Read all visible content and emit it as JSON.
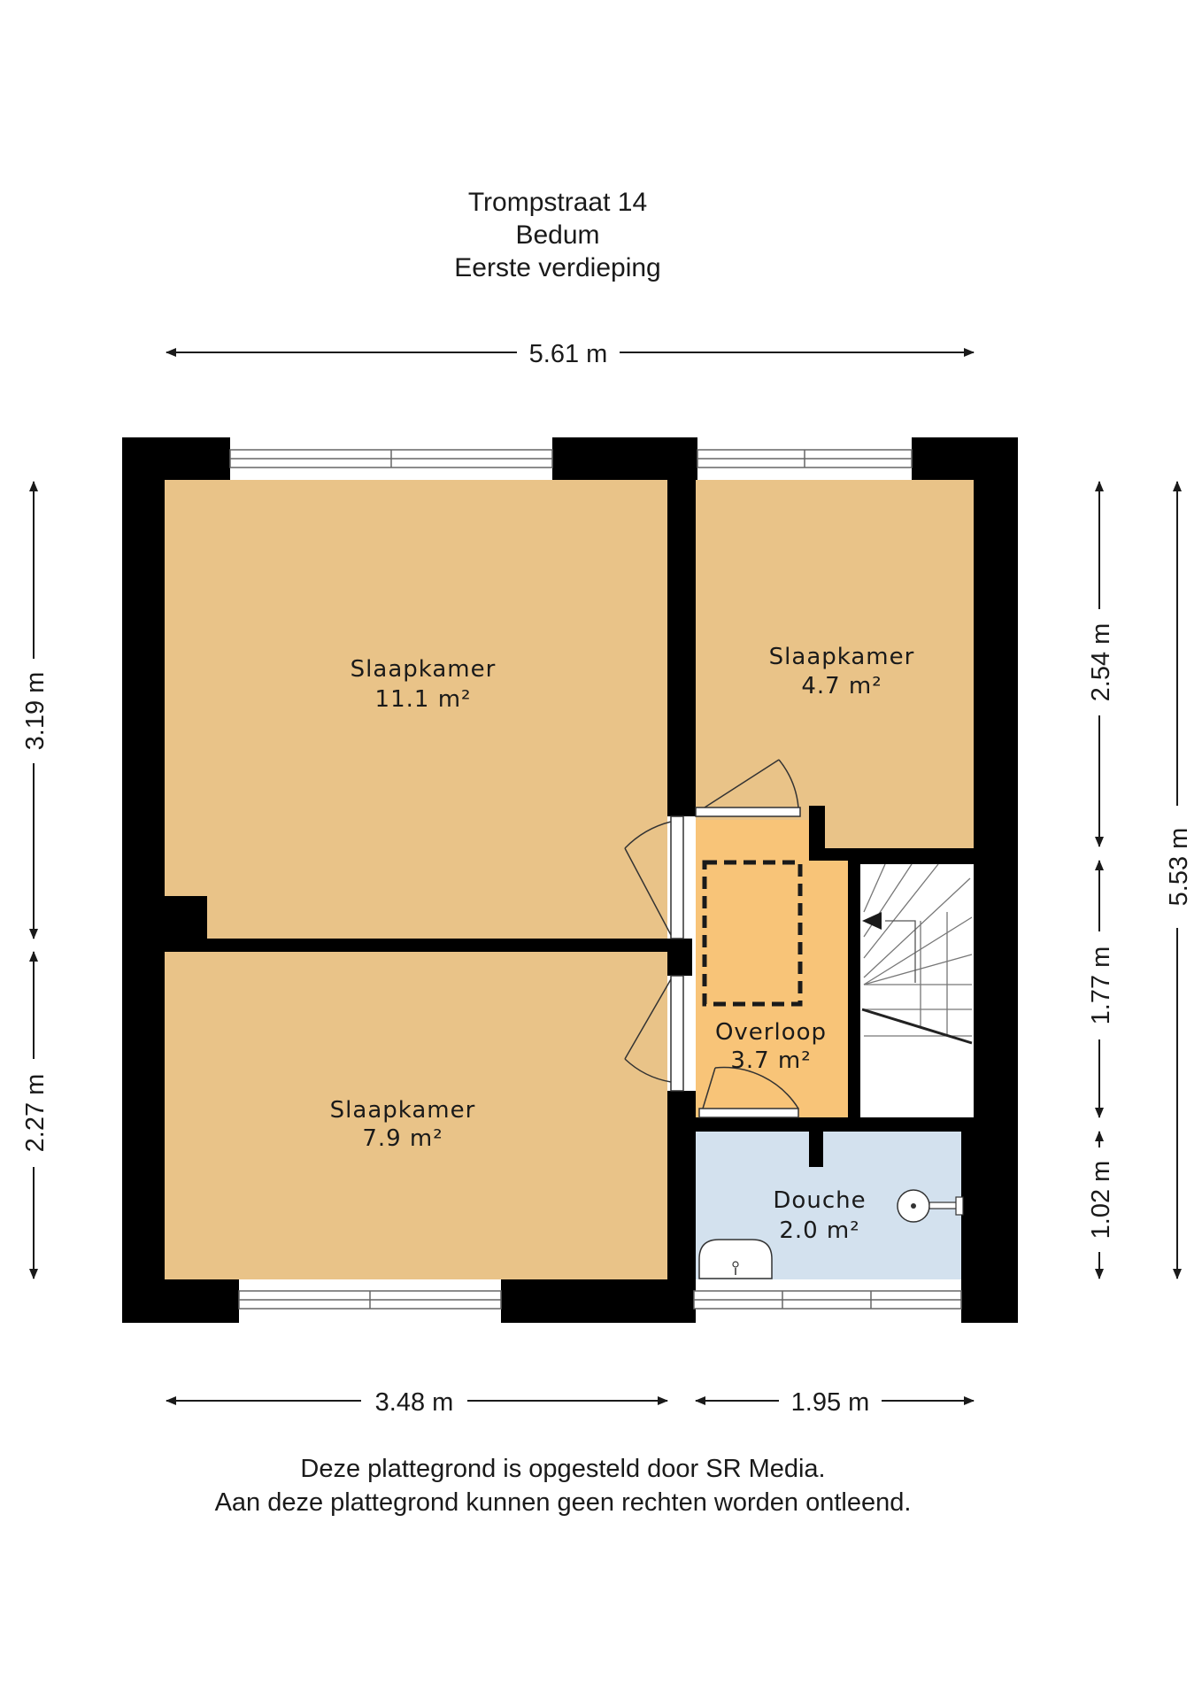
{
  "header": {
    "address": "Trompstraat 14",
    "city": "Bedum",
    "floor": "Eerste verdieping"
  },
  "rooms": {
    "bedroom_large": {
      "name": "Slaapkamer",
      "area": "11.1 m²"
    },
    "bedroom_small": {
      "name": "Slaapkamer",
      "area": "4.7 m²"
    },
    "bedroom_bottom": {
      "name": "Slaapkamer",
      "area": "7.9 m²"
    },
    "landing": {
      "name": "Overloop",
      "area": "3.7 m²"
    },
    "shower": {
      "name": "Douche",
      "area": "2.0 m²"
    }
  },
  "dimensions": {
    "top_width": "5.61 m",
    "bottom_left": "3.48 m",
    "bottom_right": "1.95 m",
    "left_upper": "3.19 m",
    "left_lower": "2.27 m",
    "right_upper": "2.54 m",
    "right_middle": "1.77 m",
    "right_lower": "1.02 m",
    "right_total": "5.53 m"
  },
  "colors": {
    "bedroom": "#E9C388",
    "landing": "#F8C478",
    "shower": "#D3E1EE",
    "wall": "#000000"
  },
  "footer": {
    "line1": "Deze plattegrond is opgesteld door SR Media.",
    "line2": "Aan deze plattegrond kunnen geen rechten worden ontleend."
  }
}
